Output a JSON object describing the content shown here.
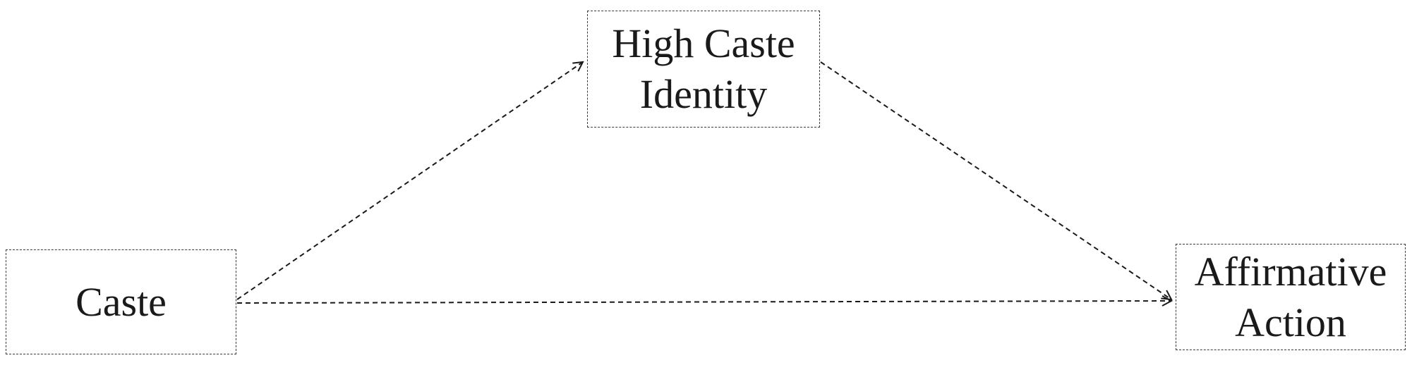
{
  "nodes": {
    "caste": {
      "label": "Caste"
    },
    "high_caste_identity": {
      "line1": "High Caste",
      "line2": "Identity"
    },
    "affirmative_action": {
      "line1": "Affirmative",
      "line2": "Action"
    }
  },
  "edges": [
    {
      "from": "Caste",
      "to": "High Caste Identity",
      "style": "dashed"
    },
    {
      "from": "High Caste Identity",
      "to": "Affirmative Action",
      "style": "dashed"
    },
    {
      "from": "Caste",
      "to": "Affirmative Action",
      "style": "dashed"
    }
  ]
}
